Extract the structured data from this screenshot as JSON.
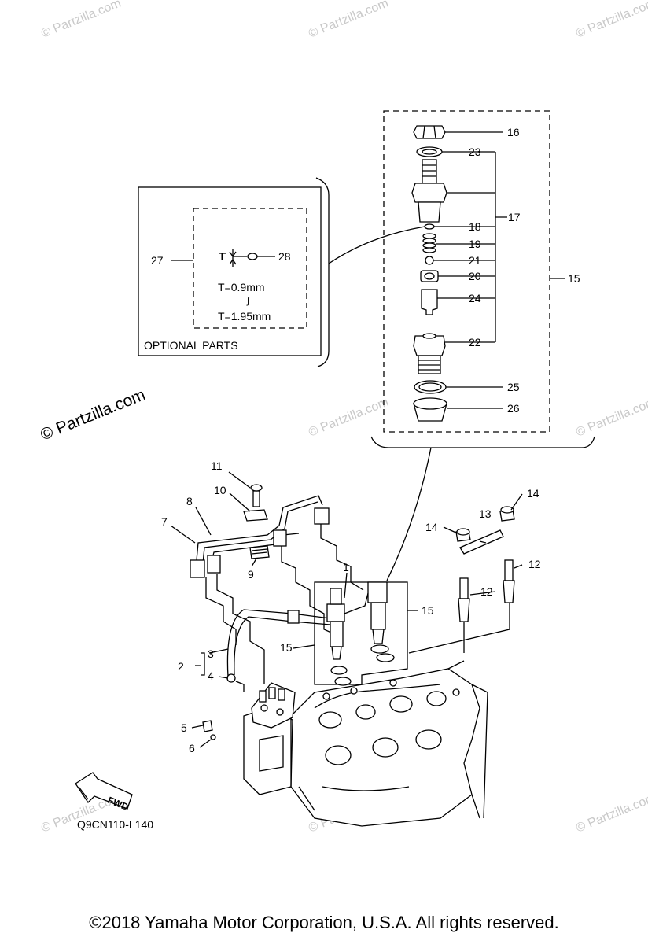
{
  "watermark": {
    "brand": "© Partzilla.com"
  },
  "diagram_code": "Q9CN110-L140",
  "fwd_label": "FWD",
  "optional_box": {
    "title": "OPTIONAL PARTS",
    "thickness_symbol": "T",
    "t_min": "T=0.9mm",
    "t_range": "∫",
    "t_max": "T=1.95mm"
  },
  "callouts": [
    "1",
    "2",
    "3",
    "4",
    "5",
    "6",
    "7",
    "8",
    "9",
    "10",
    "11",
    "12",
    "12",
    "13",
    "14",
    "14",
    "15",
    "15",
    "15",
    "16",
    "17",
    "18",
    "19",
    "20",
    "21",
    "22",
    "23",
    "24",
    "25",
    "26",
    "27",
    "28"
  ],
  "copyright": "©2018  Yamaha Motor Corporation, U.S.A. All rights reserved."
}
